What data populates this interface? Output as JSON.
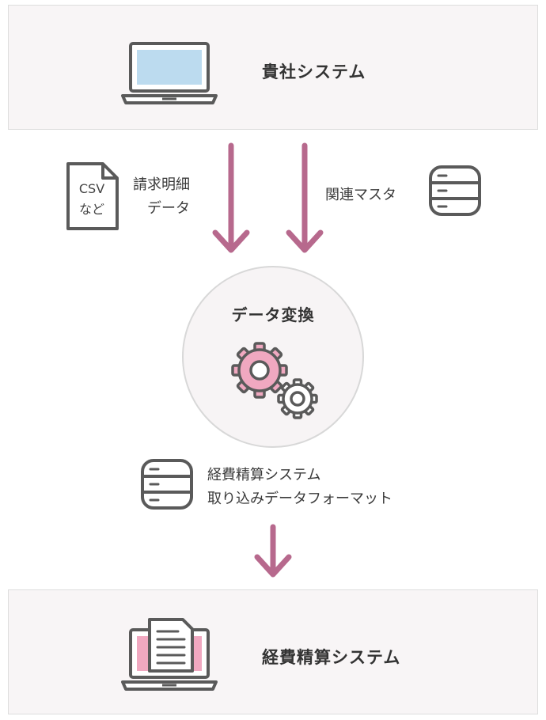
{
  "source_system": {
    "title": "貴社システム",
    "icon": "laptop-icon"
  },
  "inputs": {
    "invoice": {
      "file_line1": "CSV",
      "file_line2": "など",
      "label_line1": "請求明細",
      "label_line2": "データ",
      "icon": "document-icon"
    },
    "master": {
      "label": "関連マスタ",
      "icon": "database-icon"
    }
  },
  "conversion": {
    "title": "データ変換",
    "icon": "gears-icon"
  },
  "output": {
    "label_line1": "経費精算システム",
    "label_line2": "取り込みデータフォーマット",
    "icon": "database-icon"
  },
  "target_system": {
    "title": "経費精算システム",
    "icon": "laptop-document-icon"
  },
  "colors": {
    "arrow": "#b7698d",
    "gear_pink": "#f0a8c0",
    "screen_blue": "#bcdbef",
    "box_bg": "#f8f5f6",
    "icon_stroke": "#5a5a5a"
  }
}
